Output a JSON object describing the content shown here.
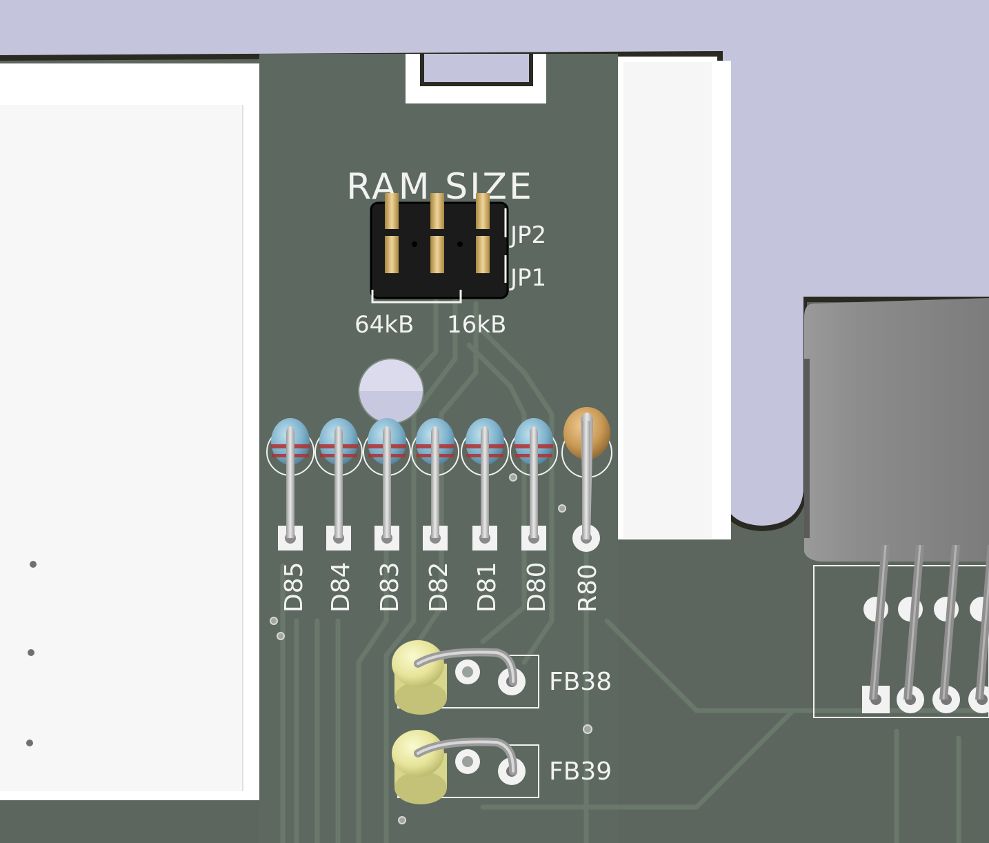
{
  "title_label": "RAM SIZE",
  "jumper_labels": {
    "jp2": "JP2",
    "jp1": "JP1"
  },
  "option_labels": {
    "left": "64kB",
    "right": "16kB"
  },
  "diode_labels": [
    "D85",
    "D84",
    "D83",
    "D82",
    "D81",
    "D80"
  ],
  "resistor_label": "R80",
  "ferrite_labels": [
    "FB38",
    "FB39"
  ],
  "colors": {
    "background": "#c4c4dc",
    "board": "#5c665e",
    "silkscreen": "#f2f2f2",
    "diode_body": "#7fb2cc",
    "resistor_body": "#c99a55",
    "ferrite_bead": "#e6e49a",
    "connector": "#8a8a8a",
    "header_pins": "#d4b070"
  }
}
